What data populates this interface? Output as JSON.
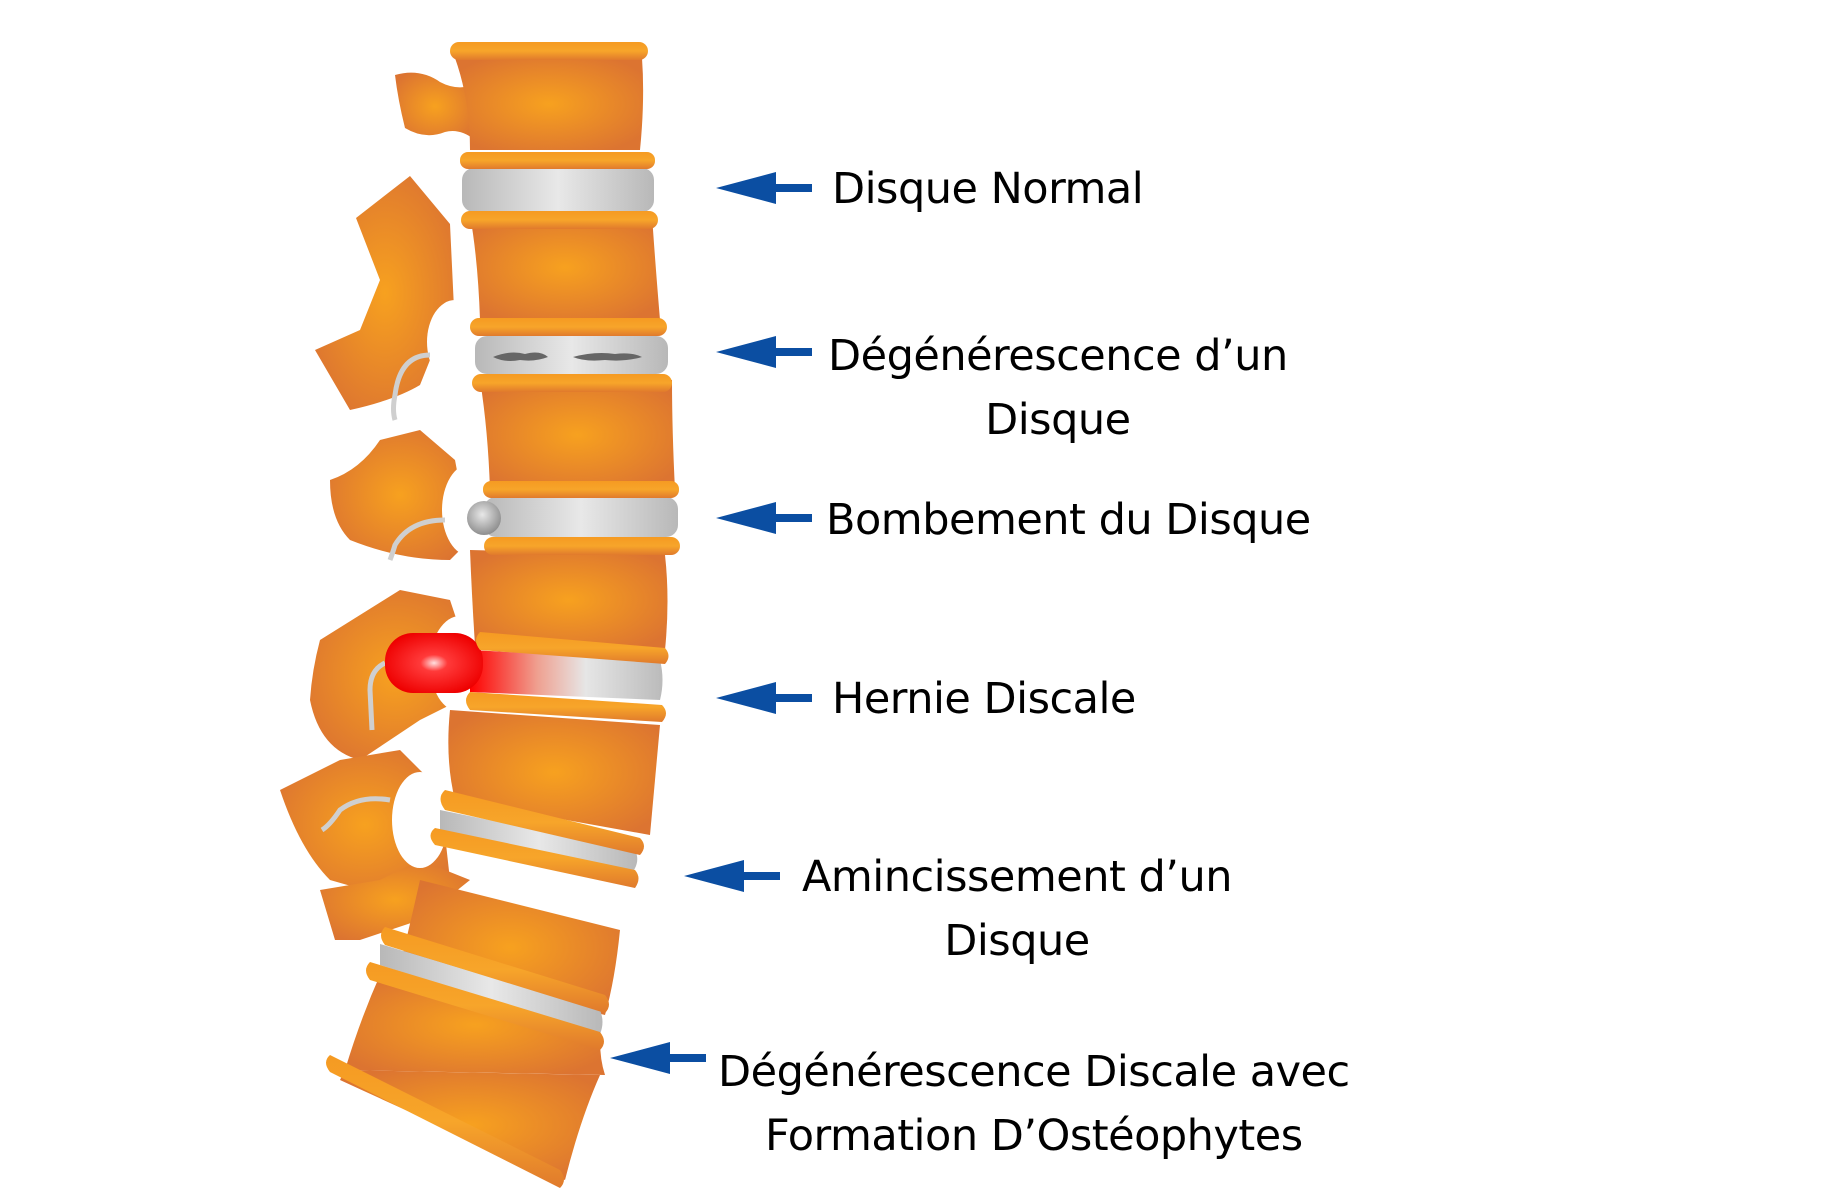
{
  "diagram": {
    "subject": "Lumbar spine disc conditions",
    "colors": {
      "bone_light": "#F7A11F",
      "bone_dark": "#DC7431",
      "disc_light": "#E8E8E8",
      "disc_dark": "#BDBDBD",
      "herniation": "#FF0000",
      "arrow": "#0B4EA2",
      "text": "#000000"
    },
    "labels": [
      {
        "id": "normal",
        "lines": [
          "Disque Normal"
        ],
        "icon": "arrow-left-icon"
      },
      {
        "id": "degeneration",
        "lines": [
          "Dégénérescence d’un",
          "Disque"
        ],
        "icon": "arrow-left-icon"
      },
      {
        "id": "bulge",
        "lines": [
          "Bombement du Disque"
        ],
        "icon": "arrow-left-icon"
      },
      {
        "id": "herniation",
        "lines": [
          "Hernie Discale"
        ],
        "icon": "arrow-left-icon"
      },
      {
        "id": "thinning",
        "lines": [
          "Amincissement d’un",
          "Disque"
        ],
        "icon": "arrow-left-icon"
      },
      {
        "id": "osteophytes",
        "lines": [
          "Dégénérescence Discale avec",
          "Formation D’Ostéophytes"
        ],
        "icon": "arrow-left-icon"
      }
    ]
  }
}
